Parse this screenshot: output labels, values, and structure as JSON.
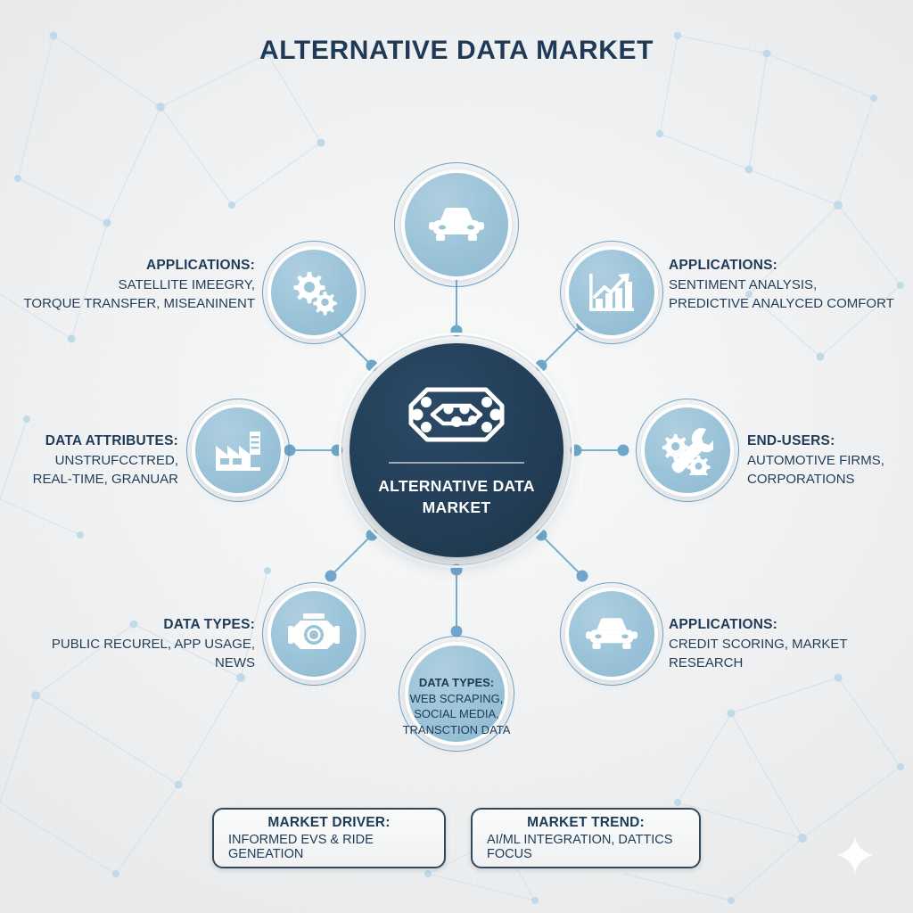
{
  "title": "ALTERNATIVE DATA MARKET",
  "hub": {
    "icon": "network-chip-icon",
    "label": "ALTERNATIVE DATA MARKET"
  },
  "nodes": [
    {
      "id": "top",
      "icon": "car-icon",
      "label_position": "none",
      "heading": "",
      "body": ""
    },
    {
      "id": "upper-left",
      "icon": "gears-icon",
      "label_position": "left",
      "heading": "APPLICATIONS:",
      "body": "SATELLITE IMEEGRY,\nTORQUE TRANSFER, MISEANINENT"
    },
    {
      "id": "upper-right",
      "icon": "growth-chart-icon",
      "label_position": "right",
      "heading": "APPLICATIONS:",
      "body": "SENTIMENT ANALYSIS,\nPREDICTIVE ANALYCED COMFORT"
    },
    {
      "id": "left",
      "icon": "factory-icon",
      "label_position": "left",
      "heading": "DATA ATTRIBUTES:",
      "body": "UNSTRUFCCTRED,\nREAL-TIME, GRANUAR"
    },
    {
      "id": "right",
      "icon": "tools-icon",
      "label_position": "right",
      "heading": "END-USERS:",
      "body": "AUTOMOTIVE FIRMS,\nCORPORATIONS"
    },
    {
      "id": "lower-left",
      "icon": "camera-icon",
      "label_position": "left",
      "heading": "DATA TYPES:",
      "body": "PUBLIC RECUREL, APP USAGE,\nNEWS"
    },
    {
      "id": "lower-right",
      "icon": "car-icon",
      "label_position": "right",
      "heading": "APPLICATIONS:",
      "body": "CREDIT SCORING, MARKET\nRESEARCH"
    },
    {
      "id": "bottom",
      "icon": "none",
      "label_position": "inside",
      "heading": "DATA TYPES:",
      "body": "WEB SCRAPING,\nSOCIAL MEDIA,\nTRANSCTION DATA"
    }
  ],
  "labels": {
    "upper_left": {
      "heading": "APPLICATIONS:",
      "line1": "SATELLITE IMEEGRY,",
      "line2": "TORQUE TRANSFER, MISEANINENT"
    },
    "upper_right": {
      "heading": "APPLICATIONS:",
      "line1": "SENTIMENT ANALYSIS,",
      "line2": "PREDICTIVE ANALYCED COMFORT"
    },
    "left": {
      "heading": "DATA ATTRIBUTES:",
      "line1": "UNSTRUFCCTRED,",
      "line2": "REAL-TIME, GRANUAR"
    },
    "right": {
      "heading": "END-USERS:",
      "line1": "AUTOMOTIVE FIRMS,",
      "line2": "CORPORATIONS"
    },
    "lower_left": {
      "heading": "DATA TYPES:",
      "line1": "PUBLIC RECUREL, APP USAGE,",
      "line2": "NEWS"
    },
    "lower_right": {
      "heading": "APPLICATIONS:",
      "line1": "CREDIT SCORING, MARKET",
      "line2": "RESEARCH"
    },
    "bottom": {
      "heading": "DATA TYPES:",
      "line1": "WEB SCRAPING,",
      "line2": "SOCIAL MEDIA,",
      "line3": "TRANSCTION DATA"
    }
  },
  "footer": {
    "driver": {
      "heading": "MARKET DRIVER:",
      "body": "INFORMED EVS & RIDE GENEATION"
    },
    "trend": {
      "heading": "MARKET TREND:",
      "body": "AI/ML INTEGRATION, DATTICS FOCUS"
    }
  },
  "decor": {
    "sparkle": "sparkle-icon"
  },
  "colors": {
    "background": "#f2f3f4",
    "hub_navy": "#24405a",
    "node_blue": "#9cc4d9",
    "node_ring": "#5a93bb",
    "text_navy": "#1e3a56",
    "connector": "#6ea7cb",
    "box_border": "#33485c"
  }
}
